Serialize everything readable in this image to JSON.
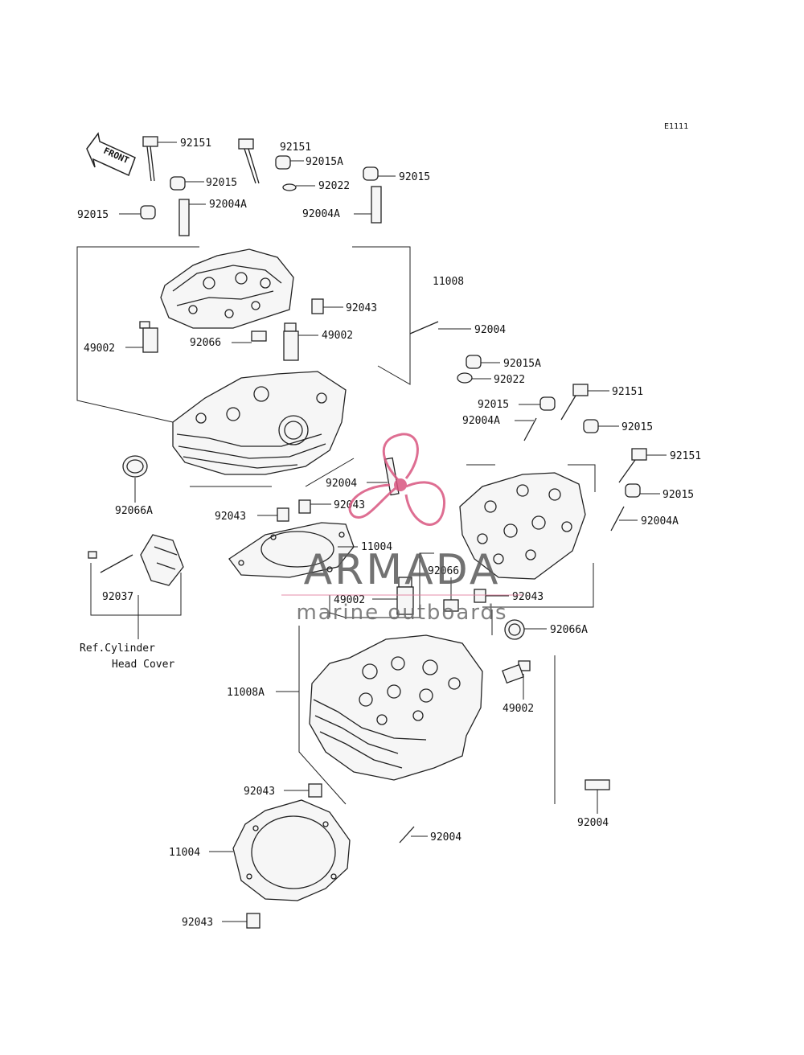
{
  "diagram_code": "E1111",
  "front_arrow_text": "FRONT",
  "reference_note": {
    "line1": "Ref.Cylinder",
    "line2": "Head Cover"
  },
  "watermark": {
    "brand": "ARMADA",
    "tagline": "marine outboards",
    "colors": {
      "propeller": "#d9557f",
      "brand_text": "#5a5a5a",
      "rule": "#e07a9a"
    }
  },
  "labels": [
    "92151",
    "92151",
    "92015A",
    "92015",
    "92015",
    "92022",
    "92004A",
    "92004A",
    "92015",
    "11008",
    "92043",
    "49002",
    "92066",
    "49002",
    "92004",
    "92015A",
    "92022",
    "92151",
    "92015",
    "92004A",
    "92015",
    "92151",
    "92066A",
    "92004",
    "92043",
    "92015",
    "92043",
    "92004A",
    "11004",
    "92037",
    "92066",
    "49002",
    "92043",
    "92066A",
    "11008A",
    "49002",
    "92043",
    "92004",
    "92004",
    "11004",
    "92043"
  ]
}
